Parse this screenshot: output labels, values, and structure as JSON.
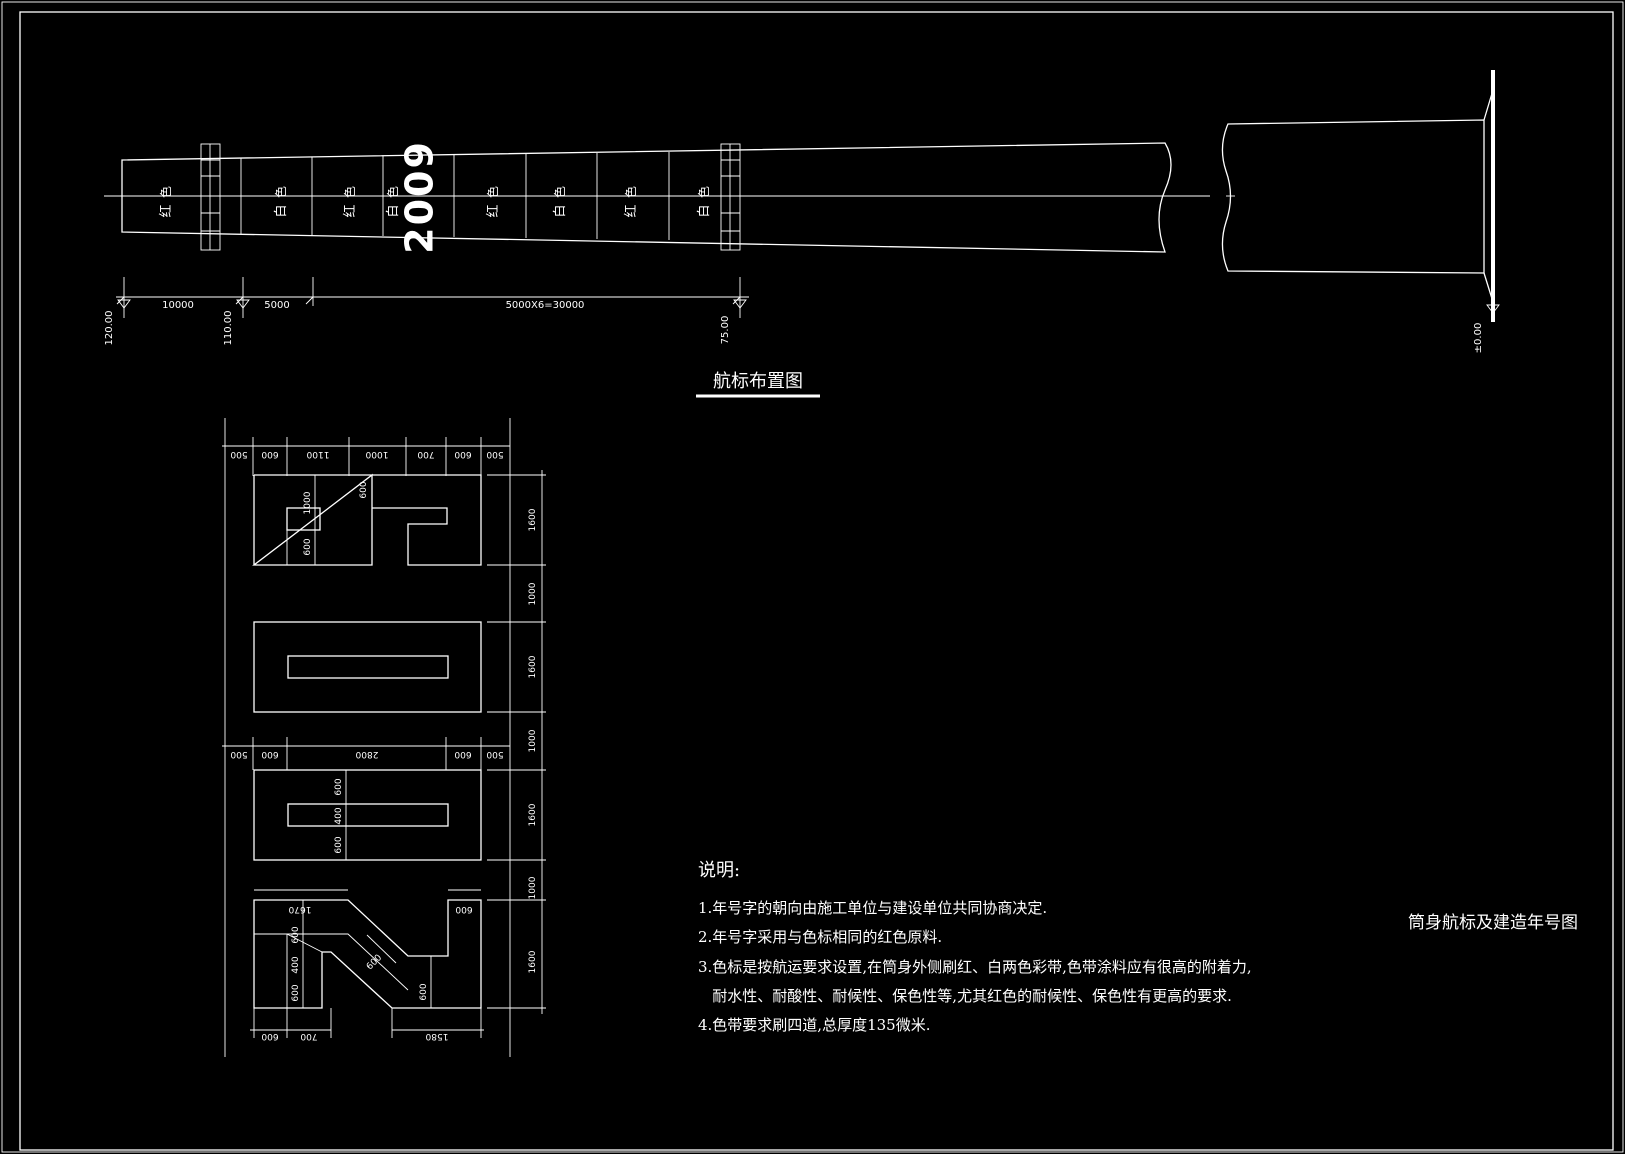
{
  "layout_title": "航标布置图",
  "sheet_title": "筒身航标及建造年号图",
  "chimney": {
    "band_labels": [
      "红",
      "白",
      "红",
      "白",
      "红",
      "白",
      "红",
      "白"
    ],
    "year": "2009",
    "elevations": [
      "120.00",
      "110.00",
      "75.00",
      "±0.00"
    ],
    "segment_dims": [
      "10000",
      "5000",
      "5000X6=30000"
    ]
  },
  "digit_dims": {
    "top_row_1": [
      "500",
      "600",
      "1100",
      "1000",
      "700",
      "600",
      "500"
    ],
    "top_row_2": [
      "500",
      "600",
      "2800",
      "600",
      "500"
    ],
    "right_column": [
      "1600",
      "1000",
      "1600",
      "1000",
      "1600",
      "1000",
      "1600"
    ],
    "digit2_inner": [
      "600",
      "1000",
      "600"
    ],
    "digit9_inner": [
      "600",
      "400",
      "600"
    ],
    "digit2_bottom_inner": [
      "1670",
      "600",
      "600",
      "400",
      "600",
      "600",
      "600"
    ],
    "digit2_bottom_row": [
      "600",
      "700",
      "1580"
    ]
  },
  "notes": {
    "heading": "说明:",
    "items": [
      "1.年号字的朝向由施工单位与建设单位共同协商决定.",
      "2.年号字采用与色标相同的红色原料.",
      "3.色标是按航运要求设置,在筒身外侧刷红、白两色彩带,色带涂料应有很高的附着力,",
      "   耐水性、耐酸性、耐候性、保色性等,尤其红色的耐候性、保色性有更高的要求.",
      "4.色带要求刷四道,总厚度135微米."
    ]
  },
  "colors": {
    "background": "#000000",
    "line": "#ffffff"
  }
}
